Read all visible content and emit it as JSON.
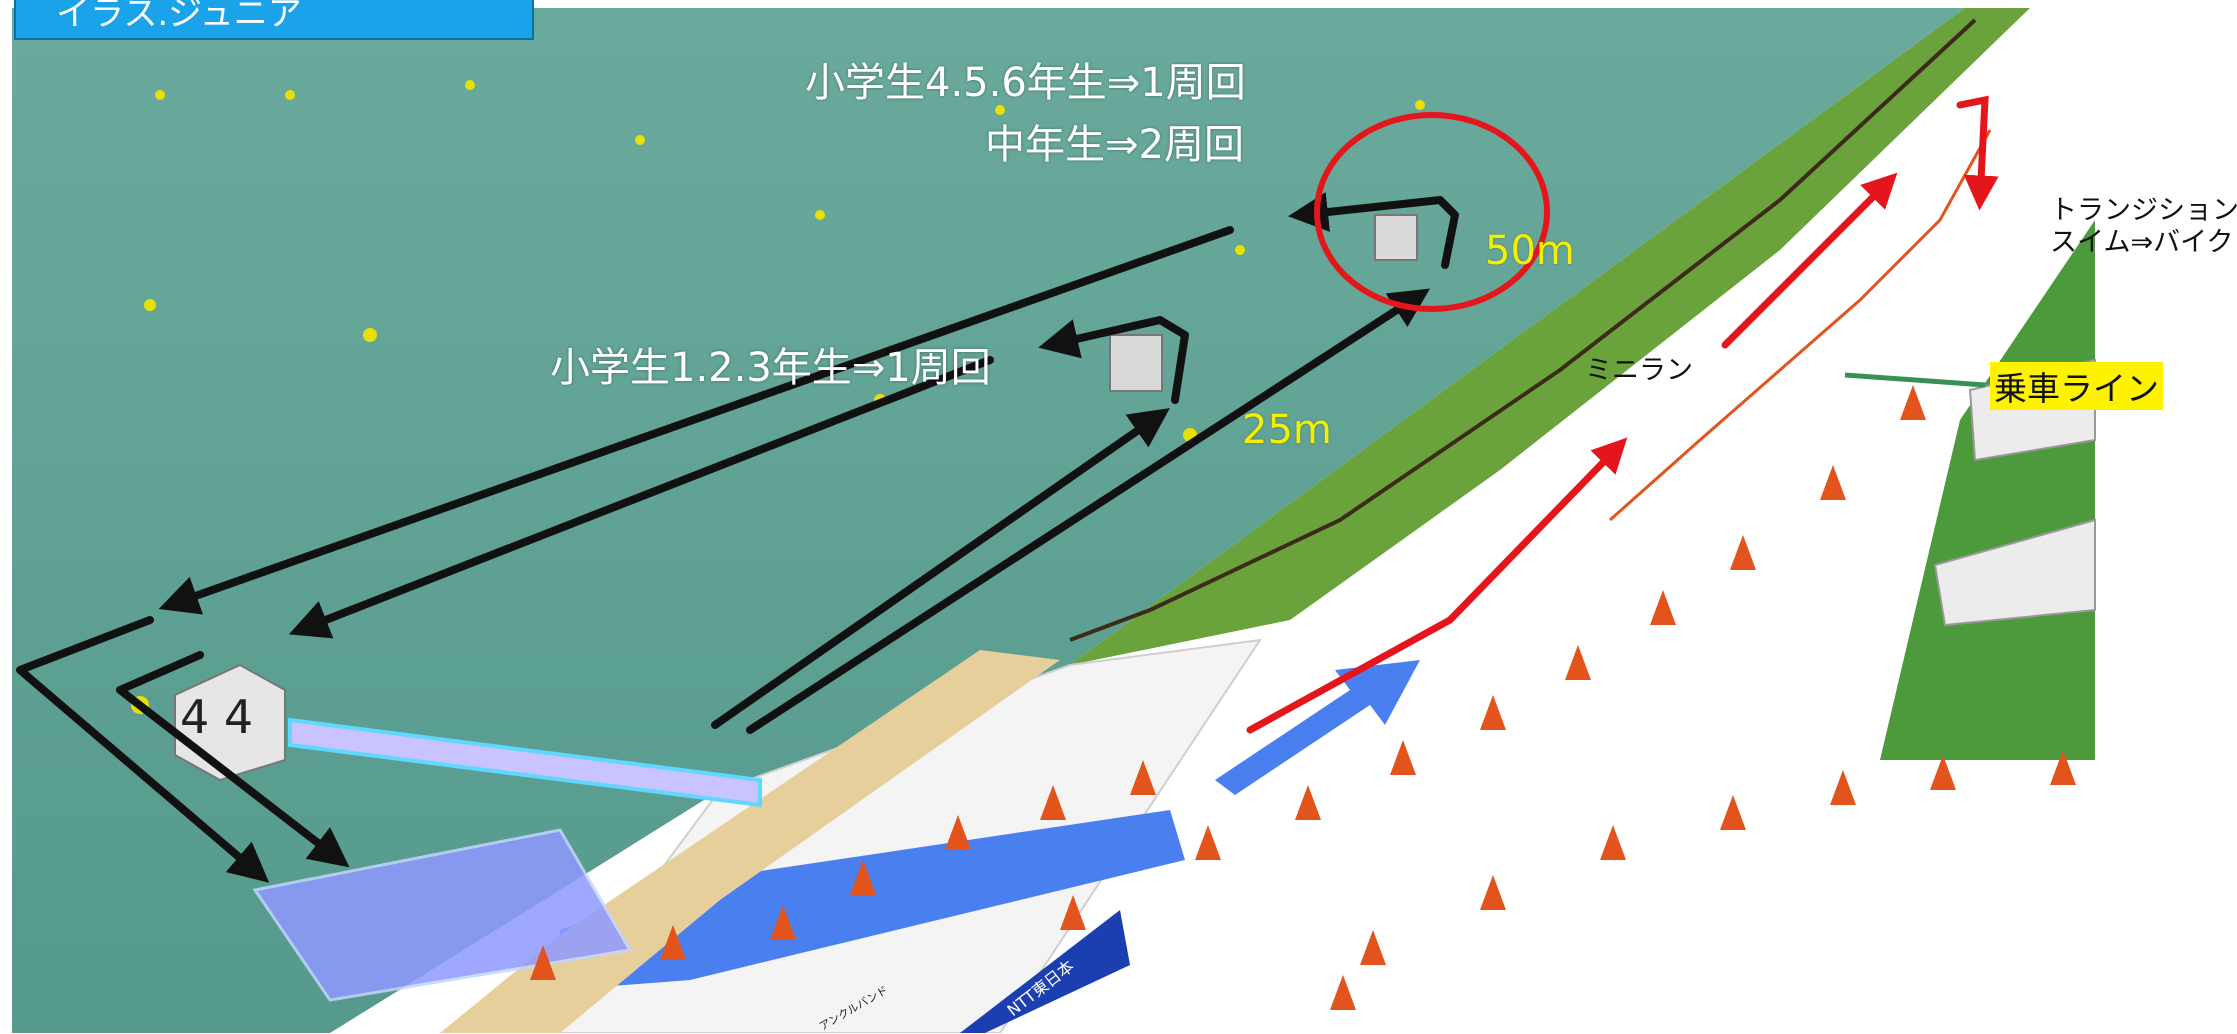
{
  "tab": {
    "title": "イラス.ジュニア"
  },
  "labels": {
    "route_upper_grades": "小学生4.5.6年生⇒1周回",
    "route_middle_school": "中年生⇒2周回",
    "route_lower_grades": "小学生1.2.3年生⇒1周回",
    "distance_50m": "50m",
    "distance_25m": "25m",
    "mini_run": "ミニラン",
    "boarding_line": "乗車ライン",
    "transition_line1": "トランジション",
    "transition_line2": "スイム⇒バイク"
  },
  "buoys": {
    "number": "4 4"
  },
  "banner": {
    "text": "NTT東日本"
  },
  "mat": {
    "text": "アンクルバンド"
  },
  "colors": {
    "water": "#5fa397",
    "grass": "#6aa33c",
    "route_arrow": "#111111",
    "run_arrow": "#e5161b",
    "highlight": "#fff200",
    "circle": "#e5161b",
    "tab": "#1aa3e8"
  }
}
